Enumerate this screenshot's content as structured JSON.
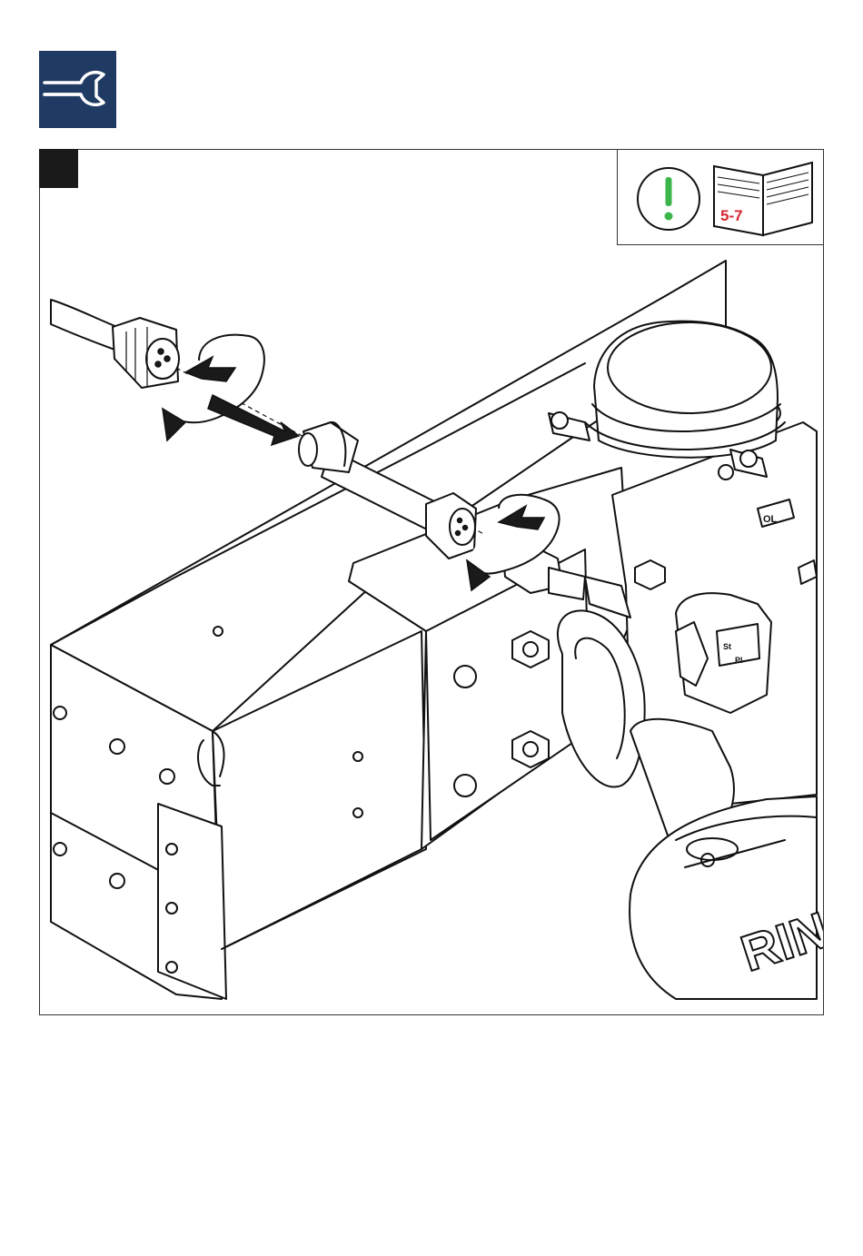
{
  "header": {
    "service_icon": "wrench-icon",
    "accent_color": "#1f3a63"
  },
  "figure": {
    "step_marker_color": "#1a1a1a",
    "reference": {
      "warning_icon": "exclamation-icon",
      "warning_color": "#3cb54a",
      "manual_icon": "open-book-icon",
      "page_ref": "5-7",
      "page_ref_color": "#d62631"
    },
    "labels": {
      "brand_text": "RING",
      "lever_left_text": "OL",
      "plate_text_1": "St",
      "plate_text_2": "Pl"
    }
  }
}
